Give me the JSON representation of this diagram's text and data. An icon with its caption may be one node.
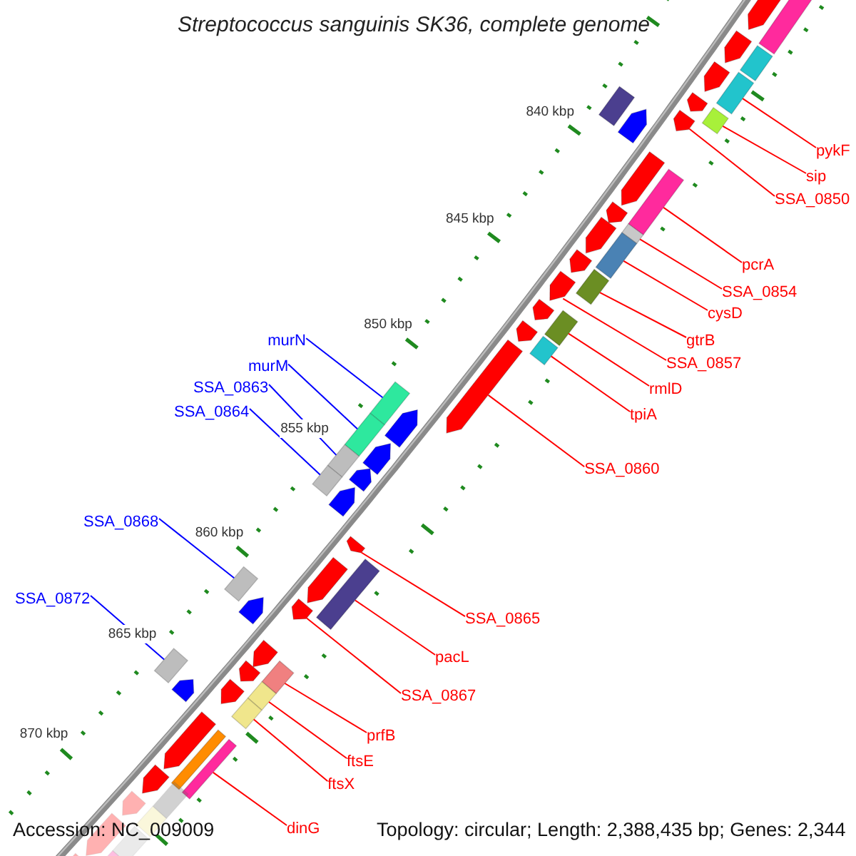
{
  "diagram": {
    "title": "Streptococcus sanguinis SK36, complete genome",
    "nodes": [
      {
        "text": [
          "pykF"
        ]
      },
      {
        "text": [
          "sip"
        ]
      },
      {
        "text": [
          "SSA_0850"
        ]
      },
      {
        "text": [
          "pcrA"
        ]
      },
      {
        "text": [
          "SSA_0854"
        ]
      },
      {
        "text": [
          "cysD"
        ]
      },
      {
        "text": [
          "murN"
        ]
      },
      {
        "text": [
          "gtrB"
        ]
      },
      {
        "text": [
          "SSA_0857"
        ]
      },
      {
        "text": [
          "murM"
        ]
      },
      {
        "text": [
          "SSA_0863"
        ]
      },
      {
        "text": [
          "rmlD"
        ]
      },
      {
        "text": [
          "SSA_0864"
        ]
      },
      {
        "text": [
          "tpiA"
        ]
      },
      {
        "text": [
          "SSA_0860"
        ]
      },
      {
        "text": [
          "SSA_0868"
        ]
      },
      {
        "text": [
          "SSA_0872"
        ]
      },
      {
        "text": [
          "SSA_0865"
        ]
      },
      {
        "text": [
          "pacL"
        ]
      },
      {
        "text": [
          "SSA_0867"
        ]
      },
      {
        "text": [
          "prfB"
        ]
      },
      {
        "text": [
          "ftsE"
        ]
      },
      {
        "text": [
          "ftsX"
        ]
      },
      {
        "text": [
          "dinG"
        ]
      },
      {
        "text": [],
        "shape": "bar"
      },
      {
        "text": [],
        "shape": "pentagon"
      },
      {
        "text": [],
        "shape": "bar"
      },
      {
        "text": [],
        "shape": "pentagon"
      },
      {
        "text": [],
        "shape": "bar"
      },
      {
        "text": [],
        "shape": "pentagon"
      },
      {
        "text": [],
        "shape": "bar"
      },
      {
        "text": [],
        "shape": "pentagon"
      },
      {
        "text": [],
        "shape": "pentagon"
      },
      {
        "text": [],
        "shape": "bar"
      },
      {
        "text": [],
        "shape": "pentagon"
      },
      {
        "text": [],
        "shape": "pentagon"
      },
      {
        "text": [],
        "shape": "bar"
      },
      {
        "text": [],
        "shape": "pentagon"
      },
      {
        "text": [],
        "shape": "bar"
      },
      {
        "text": [],
        "shape": "pentagon"
      },
      {
        "text": [],
        "shape": "bar"
      },
      {
        "text": [],
        "shape": "pentagon"
      },
      {
        "text": [],
        "shape": "bar"
      },
      {
        "text": [],
        "shape": "pentagon"
      },
      {
        "text": [],
        "shape": "bar"
      },
      {
        "text": [],
        "shape": "pentagon"
      },
      {
        "text": [],
        "shape": "pentagon"
      },
      {
        "text": [],
        "shape": "bar"
      },
      {
        "text": [],
        "shape": "pentagon"
      },
      {
        "text": [],
        "shape": "bar"
      },
      {
        "text": [],
        "shape": "pentagon"
      },
      {
        "text": [],
        "shape": "bar"
      },
      {
        "text": [],
        "shape": "pentagon"
      },
      {
        "text": [],
        "shape": "bar"
      },
      {
        "text": [],
        "shape": "pentagon"
      },
      {
        "text": [],
        "shape": "bar"
      },
      {
        "text": [],
        "shape": "pentagon"
      },
      {
        "text": [],
        "shape": "pentagon"
      },
      {
        "text": [],
        "shape": "bar"
      },
      {
        "text": [],
        "shape": "pentagon"
      },
      {
        "text": [],
        "shape": "pentagon"
      },
      {
        "text": [],
        "shape": "bar"
      },
      {
        "text": [],
        "shape": "pentagon"
      },
      {
        "text": [],
        "shape": "pentagon"
      },
      {
        "text": [],
        "shape": "bar"
      },
      {
        "text": [],
        "shape": "pentagon"
      },
      {
        "text": [],
        "shape": "bar"
      },
      {
        "text": [],
        "shape": "pentagon"
      },
      {
        "text": [],
        "shape": "bar"
      },
      {
        "text": [],
        "shape": "bar"
      },
      {
        "text": [],
        "shape": "pentagon"
      },
      {
        "text": [],
        "shape": "pentagon"
      },
      {
        "text": [],
        "shape": "bar"
      },
      {
        "text": [],
        "shape": "bar"
      },
      {
        "text": [],
        "shape": "pentagon"
      },
      {
        "text": [],
        "shape": "bar"
      },
      {
        "text": [],
        "shape": "bar"
      },
      {
        "text": [],
        "shape": "pentagon"
      },
      {
        "text": [],
        "shape": "bar"
      },
      {
        "text": [],
        "shape": "pentagon"
      },
      {
        "text": [],
        "shape": "bar"
      },
      {
        "text": [],
        "shape": "pentagon"
      }
    ],
    "edges": [
      {
        "from": 0,
        "to": 28,
        "arrow": "none"
      },
      {
        "from": 1,
        "to": 30,
        "arrow": "none"
      },
      {
        "from": 2,
        "to": 32,
        "arrow": "none"
      },
      {
        "from": 3,
        "to": 36,
        "arrow": "none"
      },
      {
        "from": 4,
        "to": 38,
        "arrow": "none"
      },
      {
        "from": 5,
        "to": 40,
        "arrow": "none"
      },
      {
        "from": 6,
        "to": 49,
        "arrow": "none",
        "color": "#0000ff"
      },
      {
        "from": 7,
        "to": 42,
        "arrow": "none"
      },
      {
        "from": 8,
        "to": 43,
        "arrow": "none"
      },
      {
        "from": 9,
        "to": 51,
        "arrow": "none",
        "color": "#0000ff"
      },
      {
        "from": 10,
        "to": 53,
        "arrow": "none",
        "color": "#0000ff"
      },
      {
        "from": 11,
        "to": 44,
        "arrow": "none"
      },
      {
        "from": 12,
        "to": 55,
        "arrow": "none",
        "color": "#0000ff"
      },
      {
        "from": 13,
        "to": 47,
        "arrow": "none"
      },
      {
        "from": 14,
        "to": 48,
        "arrow": "none"
      },
      {
        "from": 15,
        "to": 61,
        "arrow": "none",
        "color": "#0000ff"
      },
      {
        "from": 16,
        "to": 69,
        "arrow": "none",
        "color": "#0000ff"
      },
      {
        "from": 17,
        "to": 57,
        "arrow": "none"
      },
      {
        "from": 18,
        "to": 58,
        "arrow": "none"
      },
      {
        "from": 19,
        "to": 60,
        "arrow": "none"
      },
      {
        "from": 20,
        "to": 64,
        "arrow": "none"
      },
      {
        "from": 21,
        "to": 66,
        "arrow": "none"
      },
      {
        "from": 22,
        "to": 68,
        "arrow": "none"
      },
      {
        "from": 23,
        "to": 73,
        "arrow": "none"
      }
    ],
    "labels": [
      "840 kbp",
      "845 kbp",
      "850 kbp",
      "855 kbp",
      "860 kbp",
      "865 kbp",
      "870 kbp",
      "Accession: NC_009009",
      "Topology: circular; Length: 2,388,435 bp; Genes: 2,344"
    ]
  }
}
